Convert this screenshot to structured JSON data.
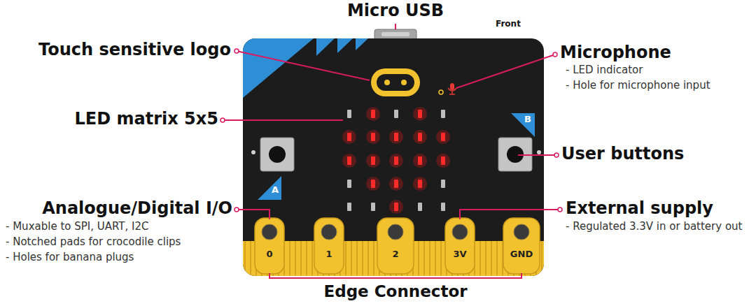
{
  "diagram": {
    "labels": [
      "Micro USB",
      "Front",
      "Touch sensitive logo",
      "Microphone",
      "- LED indicator",
      "- Hole for microphone input",
      "LED matrix 5x5",
      "User buttons",
      "Analogue/Digital I/O",
      "- Muxable to SPI, UART, I2C",
      "- Notched pads for crocodile clips",
      "- Holes for banana plugs",
      "External supply",
      "- Regulated 3.3V in or battery out",
      "Edge Connector",
      "A",
      "B",
      "0",
      "1",
      "2",
      "3V",
      "GND"
    ]
  }
}
